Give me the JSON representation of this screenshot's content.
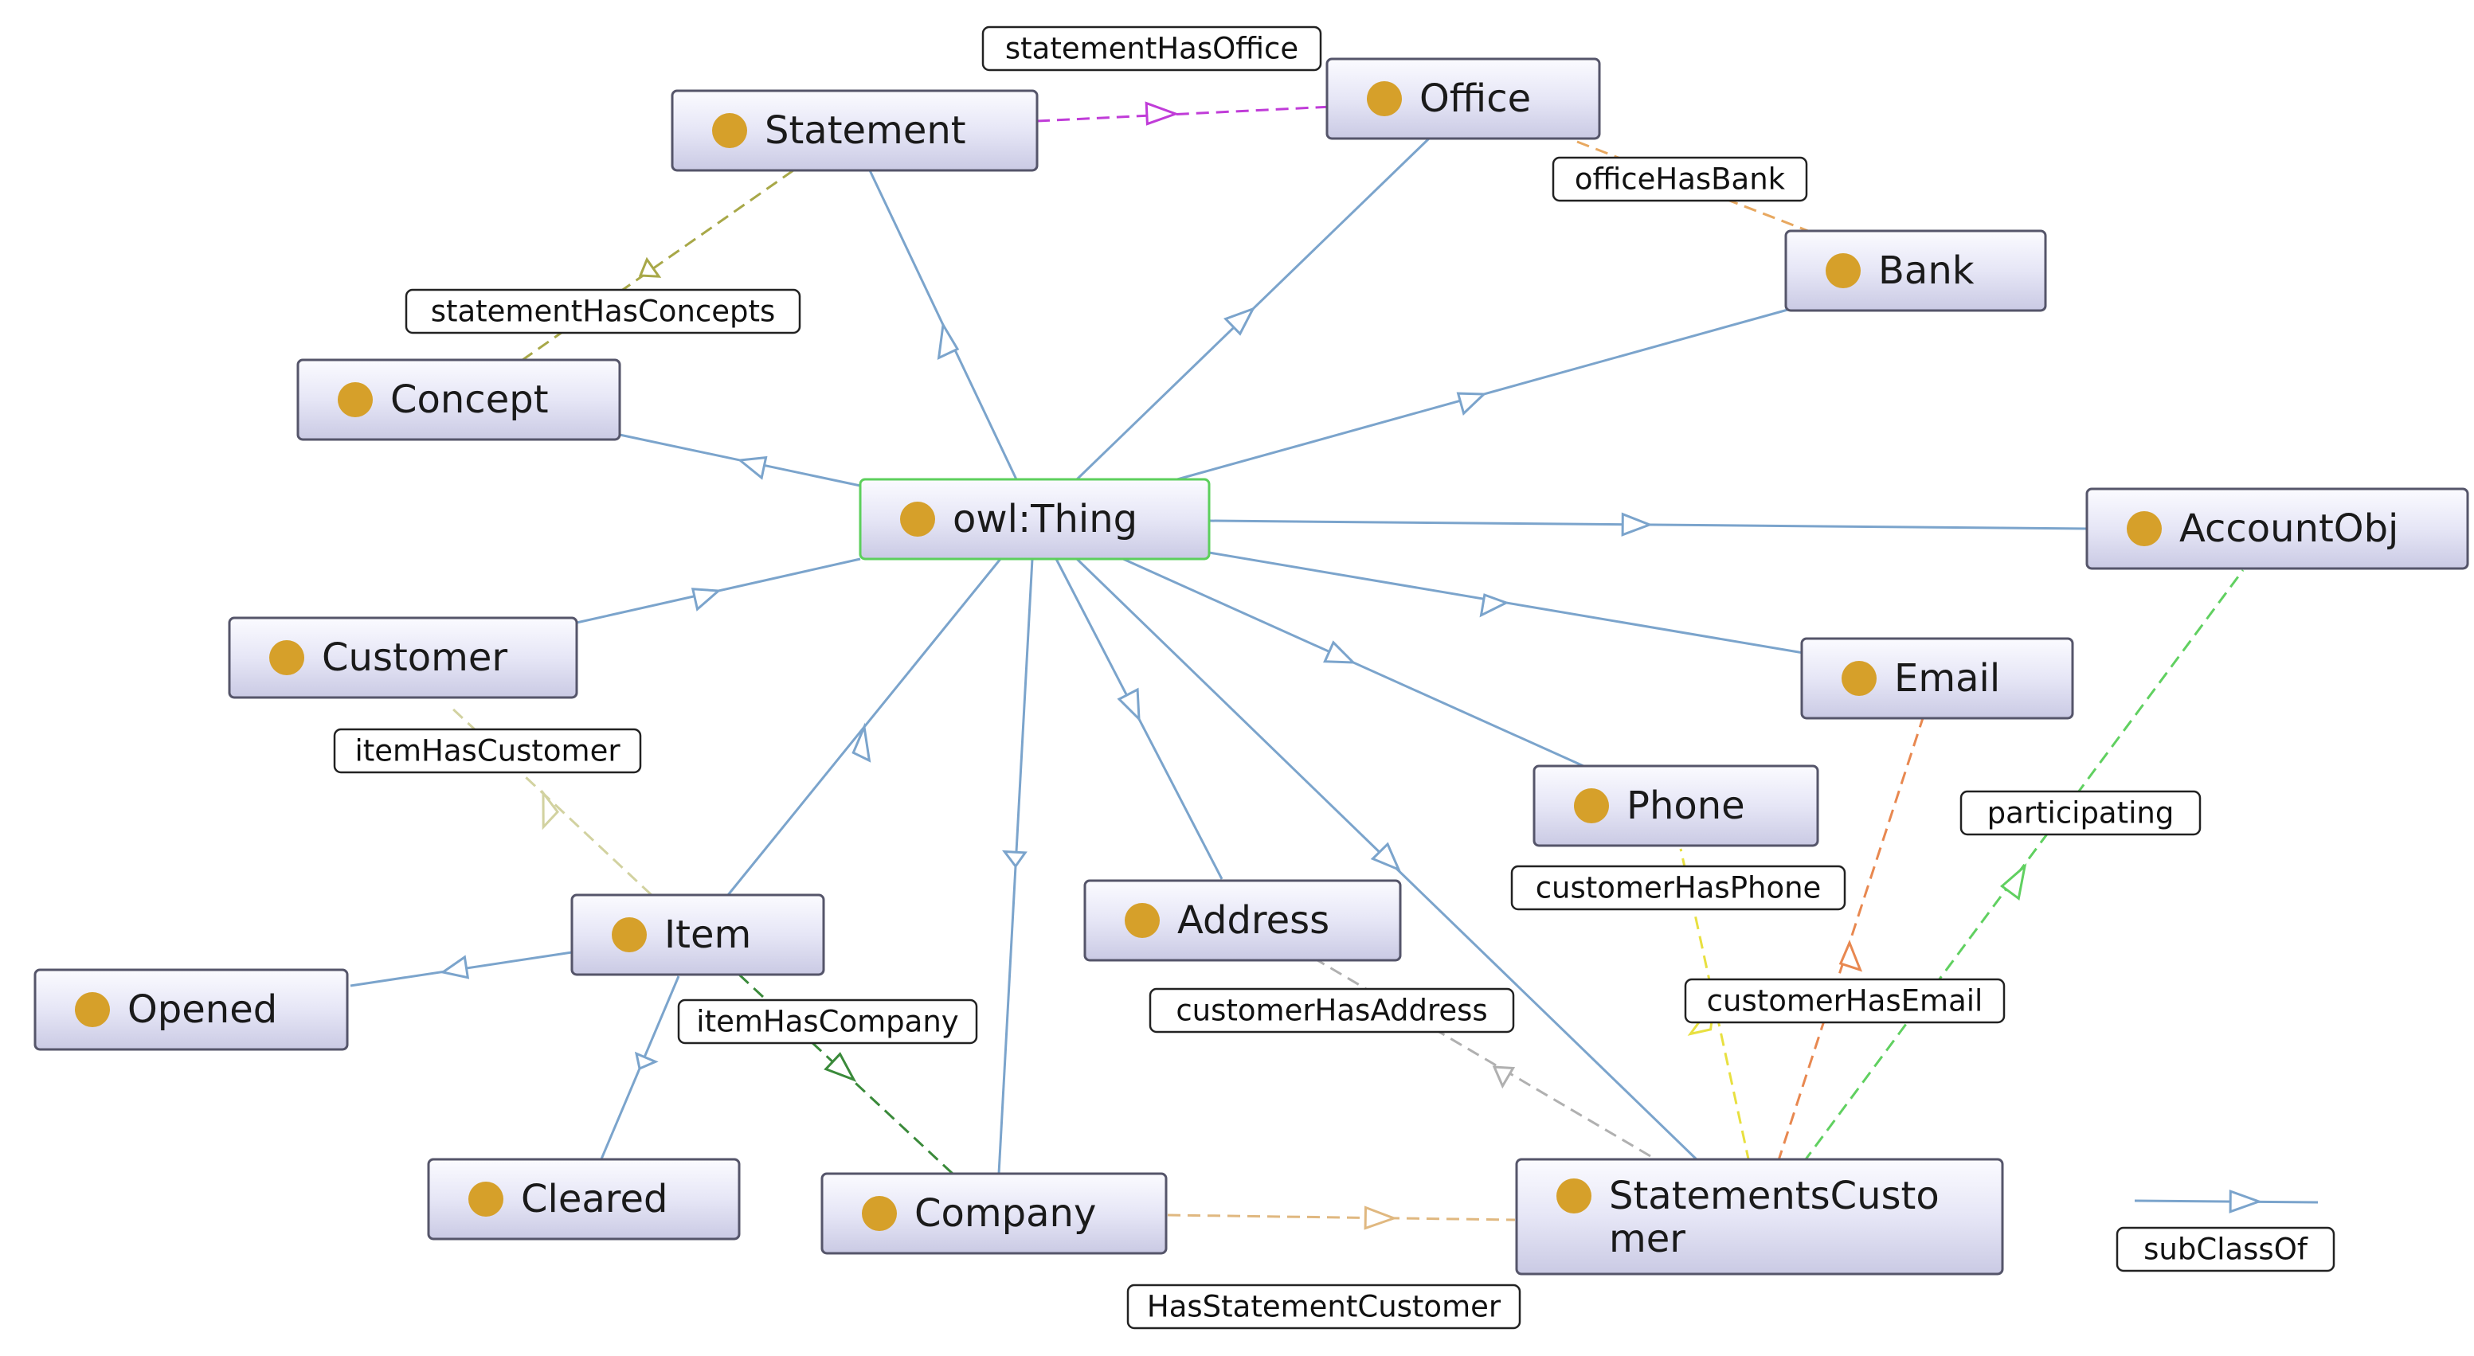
{
  "nodes": {
    "thing": {
      "label": "owl:Thing"
    },
    "statement": {
      "label": "Statement"
    },
    "office": {
      "label": "Office"
    },
    "bank": {
      "label": "Bank"
    },
    "concept": {
      "label": "Concept"
    },
    "accountobj": {
      "label": "AccountObj"
    },
    "customer": {
      "label": "Customer"
    },
    "email": {
      "label": "Email"
    },
    "phone": {
      "label": "Phone"
    },
    "item": {
      "label": "Item"
    },
    "address": {
      "label": "Address"
    },
    "opened": {
      "label": "Opened"
    },
    "cleared": {
      "label": "Cleared"
    },
    "company": {
      "label": "Company"
    },
    "stmtcust": {
      "label_line1": "StatementsCusto",
      "label_line2": "mer"
    }
  },
  "edge_labels": {
    "statementHasOffice": "statementHasOffice",
    "officeHasBank": "officeHasBank",
    "statementHasConcepts": "statementHasConcepts",
    "itemHasCustomer": "itemHasCustomer",
    "itemHasCompany": "itemHasCompany",
    "customerHasPhone": "customerHasPhone",
    "customerHasAddress": "customerHasAddress",
    "customerHasEmail": "customerHasEmail",
    "participating": "participating",
    "HasStatementCustomer": "HasStatementCustomer"
  },
  "legend": {
    "label": "subClassOf"
  },
  "colors": {
    "subclass": "#7ba4cc",
    "statementHasOffice": "#c03cd8",
    "officeHasBank": "#e8a860",
    "statementHasConcepts": "#a8a848",
    "itemHasCustomer": "#d2d2a0",
    "itemHasCompany": "#3a8a3a",
    "customerHasPhone": "#e8e040",
    "customerHasAddress": "#b0b0b0",
    "customerHasEmail": "#e88850",
    "participating": "#60d060",
    "HasStatementCustomer": "#e0b880",
    "node_dot": "#d6a02a",
    "thing_border": "#5ccf5c"
  }
}
